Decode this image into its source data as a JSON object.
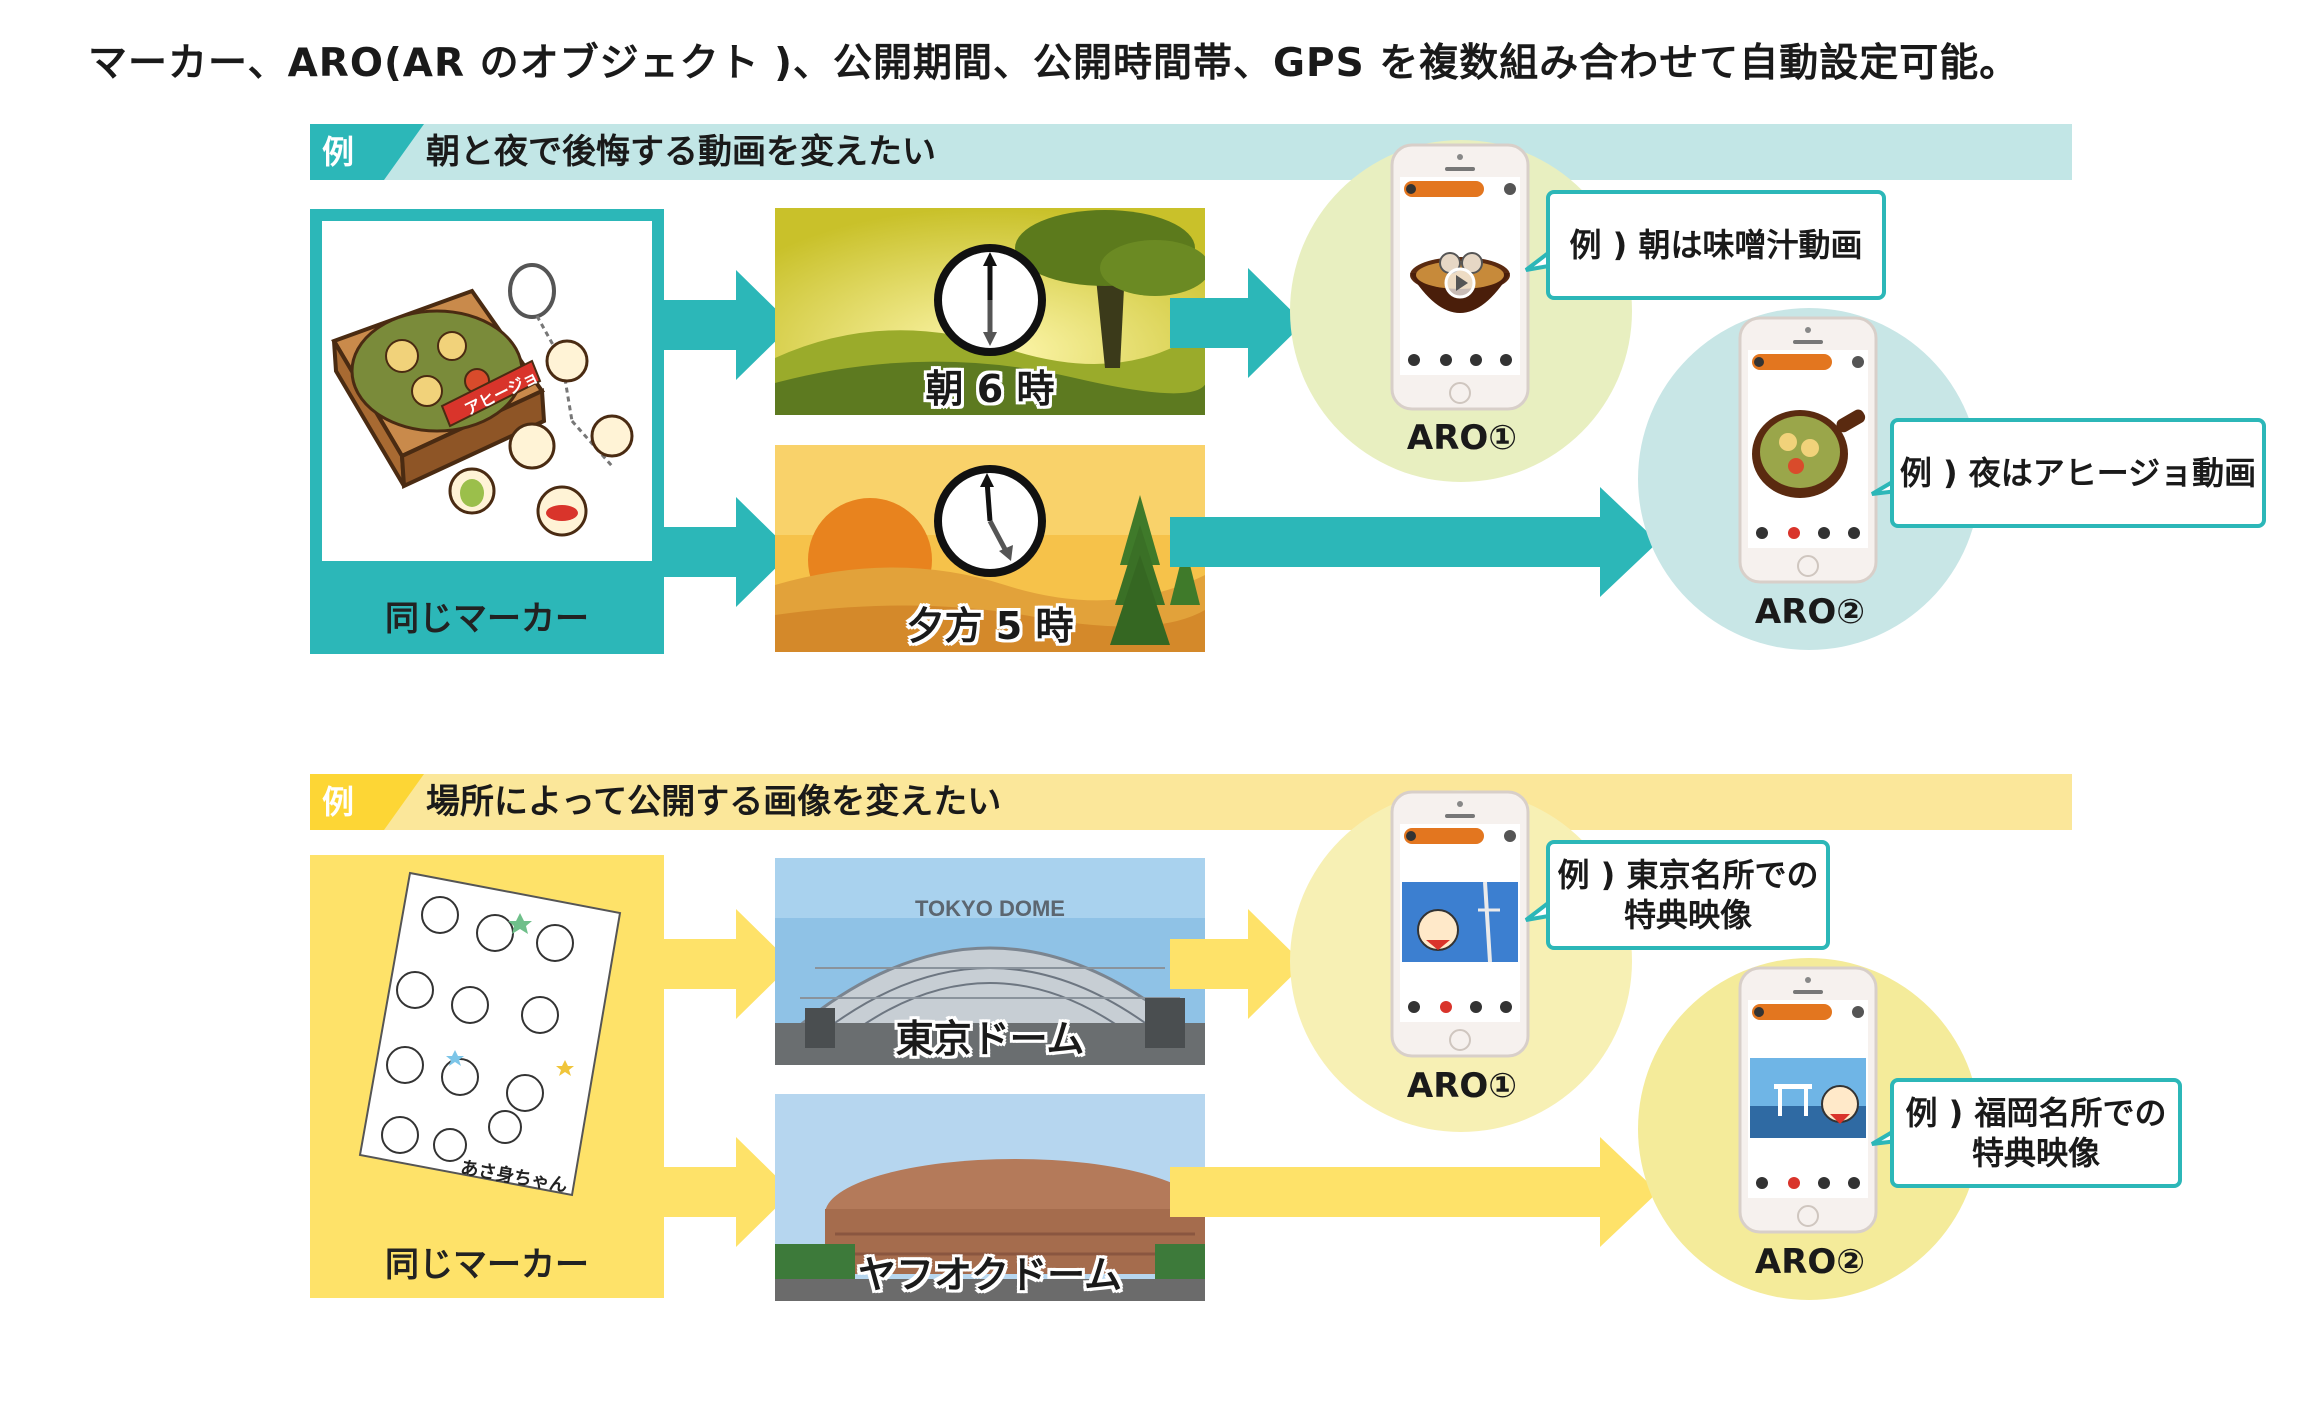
{
  "main_title": "マーカー、ARO(AR のオブジェクト )、公開期間、公開時間帯、GPS を複数組み合わせて自動設定可能。",
  "colors": {
    "teal": "#2cb7b8",
    "teal_band": "#c2e6e6",
    "teal_circle": "#c8e6e6",
    "green_circle": "#e8efc0",
    "yellow": "#fee269",
    "yellow_band": "#fbe79a",
    "yellow_circle": "#f5ee9e"
  },
  "section1": {
    "tag": "例",
    "title": "朝と夜で後悔する動画を変えたい",
    "marker_label": "同じマーカー",
    "scene_morning_label": "朝 6 時",
    "scene_evening_label": "夕方 5 時",
    "aro1_label": "ARO①",
    "aro2_label": "ARO②",
    "callout1": "例 ) 朝は味噌汁動画",
    "callout2": "例 ) 夜はアヒージョ動画",
    "marker_illustration_text": "アヒージョ"
  },
  "section2": {
    "tag": "例",
    "title": "場所によって公開する画像を変えたい",
    "marker_label": "同じマーカー",
    "scene_tokyo_label": "東京ドーム",
    "scene_fukuoka_label": "ヤフオクドーム",
    "dome_sign": "TOKYO DOME",
    "aro1_label": "ARO①",
    "aro2_label": "ARO②",
    "callout1_line1": "例 ) 東京名所での",
    "callout1_line2": "特典映像",
    "callout2_line1": "例 ) 福岡名所での",
    "callout2_line2": "特典映像",
    "sticker_sheet_text": "あさ身ちゃん"
  }
}
